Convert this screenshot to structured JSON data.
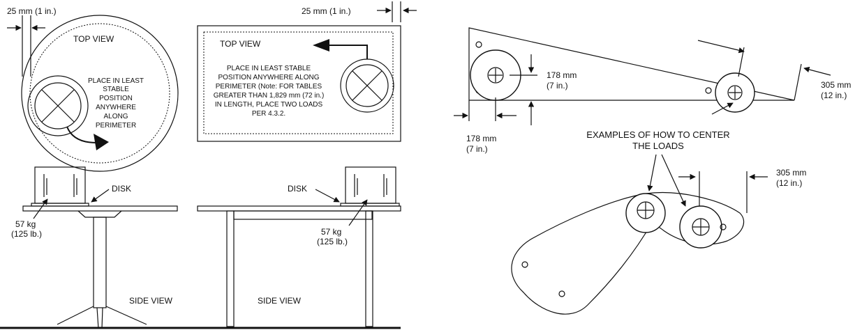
{
  "round_table": {
    "top_view": {
      "dim_label": "25 mm (1 in.)",
      "title": "TOP VIEW",
      "instruction_lines": [
        "PLACE IN LEAST",
        "STABLE",
        "POSITION",
        "ANYWHERE",
        "ALONG",
        "PERIMETER"
      ]
    },
    "side_view": {
      "disk_label": "DISK",
      "load_kg": "57 kg",
      "load_lb": "(125 lb.)",
      "title": "SIDE VIEW"
    }
  },
  "rect_table": {
    "top_view": {
      "dim_label": "25 mm (1 in.)",
      "title": "TOP VIEW",
      "instruction_lines": [
        "PLACE IN LEAST STABLE",
        "POSITION ANYWHERE ALONG",
        "PERIMETER (Note: FOR TABLES",
        "GREATER THAN 1,829 mm (72 in.)",
        "IN LENGTH, PLACE TWO LOADS",
        "PER 4.3.2."
      ]
    },
    "side_view": {
      "disk_label": "DISK",
      "load_kg": "57 kg",
      "load_lb": "(125 lb.)",
      "title": "SIDE VIEW"
    }
  },
  "load_centering": {
    "dim_178_right_mm": "178 mm",
    "dim_178_right_in": "(7 in.)",
    "dim_178_left_mm": "178 mm",
    "dim_178_left_in": "(7 in.)",
    "dim_305_top_mm": "305 mm",
    "dim_305_top_in": "(12 in.)",
    "caption_line1": "EXAMPLES OF HOW TO CENTER",
    "caption_line2": "THE LOADS",
    "dim_305_bottom_mm": "305 mm",
    "dim_305_bottom_in": "(12 in.)"
  }
}
